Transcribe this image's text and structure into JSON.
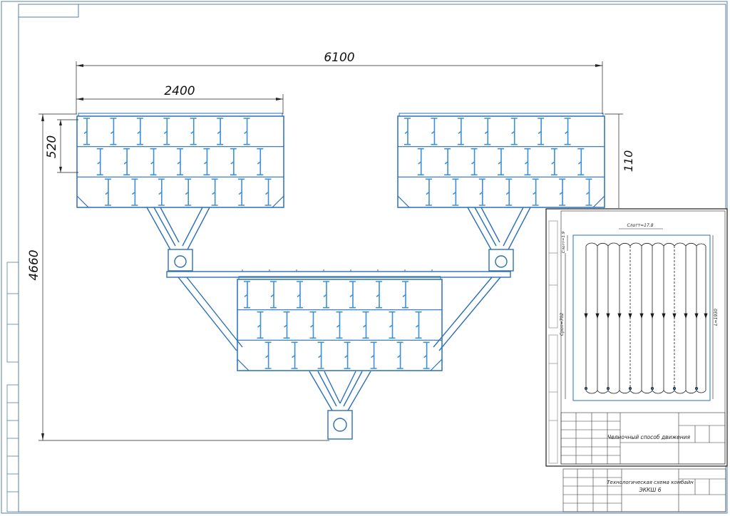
{
  "main_drawing": {
    "dims": {
      "overall_width": "6100",
      "module_width": "2400",
      "overall_height": "4660",
      "row_height": "520",
      "right_height": "110"
    }
  },
  "inset": {
    "dims": {
      "top": "Cлотт=17.8",
      "left_small": "Cлотт=1.9",
      "left_long": "Сроп=702",
      "right": "L=1930"
    },
    "title_block": {
      "title": "Челночный способ движения"
    }
  },
  "title_block": {
    "title_line1": "Технологическая схема комбайн",
    "title_line2": "ЭККШ 6"
  },
  "colors": {
    "frame": "#2a6fb8",
    "bucket": "#3d8fd6",
    "line": "#1a1a1a"
  }
}
